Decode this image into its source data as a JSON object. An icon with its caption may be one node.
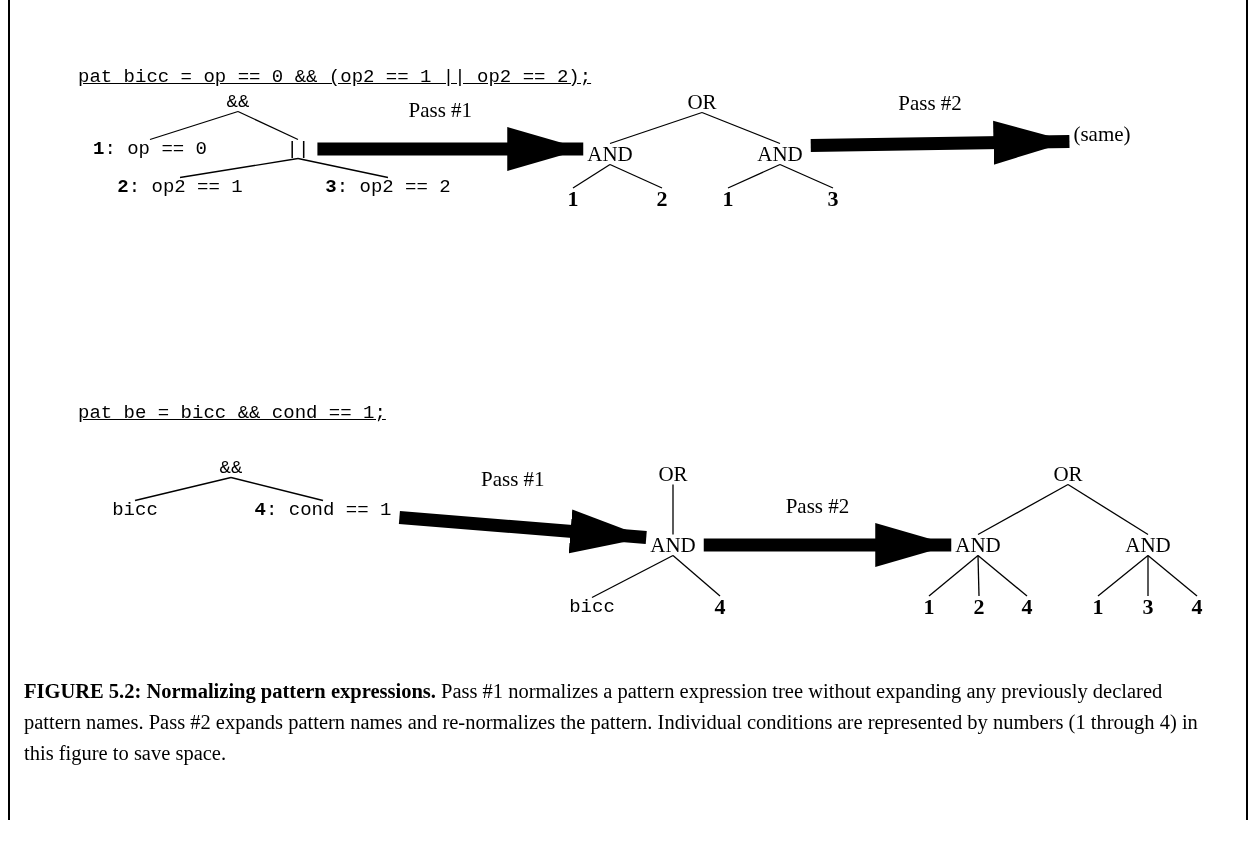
{
  "diagram": {
    "caption": "**FIGURE 5.2: Normalizing pattern expressions.** Pass #1 normalizes a pattern expression tree without expanding any previously declared pattern names. Pass #2 expands pattern names and re-normalizes the pattern. Individual conditions are represented by numbers (1 through 4) in this figure to save space.",
    "nodes": [
      {
        "text": [
          "&&"
        ]
      },
      {
        "text": [
          "**1**: op == 0"
        ]
      },
      {
        "text": [
          "||"
        ]
      },
      {
        "text": [
          "**2**: op2 == 1"
        ]
      },
      {
        "text": [
          "**3**: op2 == 2"
        ]
      },
      {
        "text": [
          "OR"
        ]
      },
      {
        "text": [
          "AND"
        ]
      },
      {
        "text": [
          "AND"
        ]
      },
      {
        "text": [
          "1"
        ]
      },
      {
        "text": [
          "2"
        ]
      },
      {
        "text": [
          "1"
        ]
      },
      {
        "text": [
          "3"
        ]
      },
      {
        "text": [
          "(same)"
        ]
      },
      {
        "text": [
          "&&"
        ]
      },
      {
        "text": [
          "bicc"
        ]
      },
      {
        "text": [
          "**4**: cond == 1"
        ]
      },
      {
        "text": [
          "OR"
        ]
      },
      {
        "text": [
          "AND"
        ]
      },
      {
        "text": [
          "bicc"
        ]
      },
      {
        "text": [
          "4"
        ]
      },
      {
        "text": [
          "OR"
        ]
      },
      {
        "text": [
          "AND"
        ]
      },
      {
        "text": [
          "AND"
        ]
      },
      {
        "text": [
          "1"
        ]
      },
      {
        "text": [
          "2"
        ]
      },
      {
        "text": [
          "4"
        ]
      },
      {
        "text": [
          "1"
        ]
      },
      {
        "text": [
          "3"
        ]
      },
      {
        "text": [
          "4"
        ]
      }
    ],
    "edges": [
      {
        "from": 0,
        "to": 1,
        "arrow": "none"
      },
      {
        "from": 0,
        "to": 2,
        "arrow": "none"
      },
      {
        "from": 2,
        "to": 3,
        "arrow": "none"
      },
      {
        "from": 2,
        "to": 4,
        "arrow": "none"
      },
      {
        "from": 2,
        "to": 6,
        "arrow": "to",
        "style": "thick",
        "label": "Pass #1"
      },
      {
        "from": 5,
        "to": 6,
        "arrow": "none"
      },
      {
        "from": 5,
        "to": 7,
        "arrow": "none"
      },
      {
        "from": 6,
        "to": 8,
        "arrow": "none"
      },
      {
        "from": 6,
        "to": 9,
        "arrow": "none"
      },
      {
        "from": 7,
        "to": 10,
        "arrow": "none"
      },
      {
        "from": 7,
        "to": 11,
        "arrow": "none"
      },
      {
        "from": 7,
        "to": 12,
        "arrow": "to",
        "style": "thick",
        "label": "Pass #2"
      },
      {
        "from": 13,
        "to": 14,
        "arrow": "none"
      },
      {
        "from": 13,
        "to": 15,
        "arrow": "none"
      },
      {
        "from": 15,
        "to": 17,
        "arrow": "to",
        "style": "thick",
        "label": "Pass #1"
      },
      {
        "from": 16,
        "to": 17,
        "arrow": "none"
      },
      {
        "from": 17,
        "to": 18,
        "arrow": "none"
      },
      {
        "from": 17,
        "to": 19,
        "arrow": "none"
      },
      {
        "from": 17,
        "to": 21,
        "arrow": "to",
        "style": "thick",
        "label": "Pass #2"
      },
      {
        "from": 20,
        "to": 21,
        "arrow": "none"
      },
      {
        "from": 20,
        "to": 22,
        "arrow": "none"
      },
      {
        "from": 21,
        "to": 23,
        "arrow": "none"
      },
      {
        "from": 21,
        "to": 24,
        "arrow": "none"
      },
      {
        "from": 21,
        "to": 25,
        "arrow": "none"
      },
      {
        "from": 22,
        "to": 26,
        "arrow": "none"
      },
      {
        "from": 22,
        "to": 27,
        "arrow": "none"
      },
      {
        "from": 22,
        "to": 28,
        "arrow": "none"
      }
    ],
    "labels": [
      "pat bicc = op == 0 && (op2 == 1 || op2 == 2);",
      "pat be = bicc && cond == 1;"
    ]
  }
}
